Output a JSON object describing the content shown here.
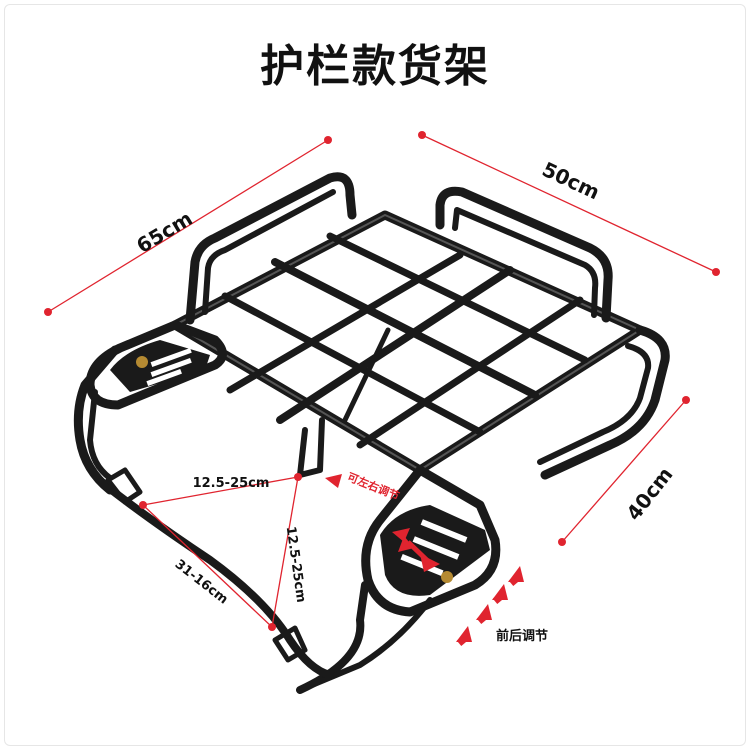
{
  "title": "护栏款货架",
  "dimensions": {
    "length": "65cm",
    "width": "50cm",
    "depth": "40cm"
  },
  "mount": {
    "top_span": "12.5-25cm",
    "side_span": "12.5-25cm",
    "diagonal_span": "31-16cm"
  },
  "adjust": {
    "left_right": "可左右调节",
    "front_back": "前后调节"
  },
  "colors": {
    "dimension_line": "#e0242f",
    "frame": "#1a1a1a",
    "arrow": "#e0242f"
  }
}
